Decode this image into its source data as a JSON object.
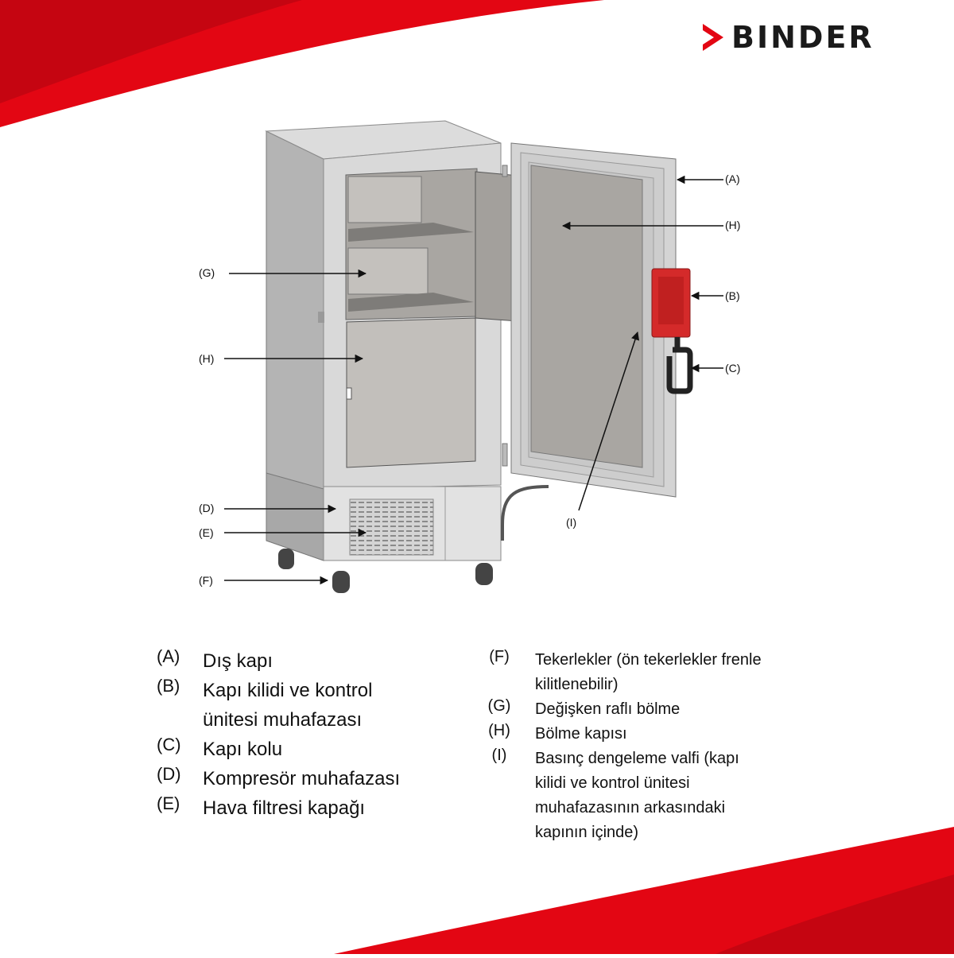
{
  "brand": {
    "name": "BINDER",
    "accent": "#e30613"
  },
  "callouts": {
    "A": "(A)",
    "B": "(B)",
    "C": "(C)",
    "D": "(D)",
    "E": "(E)",
    "F": "(F)",
    "G": "(G)",
    "H_left": "(H)",
    "H_right": "(H)",
    "I": "(I)"
  },
  "legend_left": [
    {
      "key": "(A)",
      "lines": [
        "Dış kapı"
      ]
    },
    {
      "key": "(B)",
      "lines": [
        "Kapı kilidi ve kontrol",
        "ünitesi muhafazası"
      ]
    },
    {
      "key": "(C)",
      "lines": [
        "Kapı kolu"
      ]
    },
    {
      "key": "(D)",
      "lines": [
        "Kompresör muhafazası"
      ]
    },
    {
      "key": "(E)",
      "lines": [
        "Hava filtresi kapağı"
      ]
    }
  ],
  "legend_right": [
    {
      "key": "(F)",
      "lines": [
        "Tekerlekler (ön tekerlekler frenle",
        "kilitlenebilir)"
      ]
    },
    {
      "key": "(G)",
      "lines": [
        "Değişken raflı bölme"
      ]
    },
    {
      "key": "(H)",
      "lines": [
        "Bölme kapısı"
      ]
    },
    {
      "key": "(I)",
      "lines": [
        "Basınç dengeleme valfi (kapı",
        "kilidi ve kontrol ünitesi",
        "muhafazasının arkasındaki",
        "kapının içinde)"
      ]
    }
  ],
  "colors": {
    "lock_housing": "#d42a2a",
    "cabinet": "#c6c6c6",
    "interior": "#bdbab6"
  }
}
